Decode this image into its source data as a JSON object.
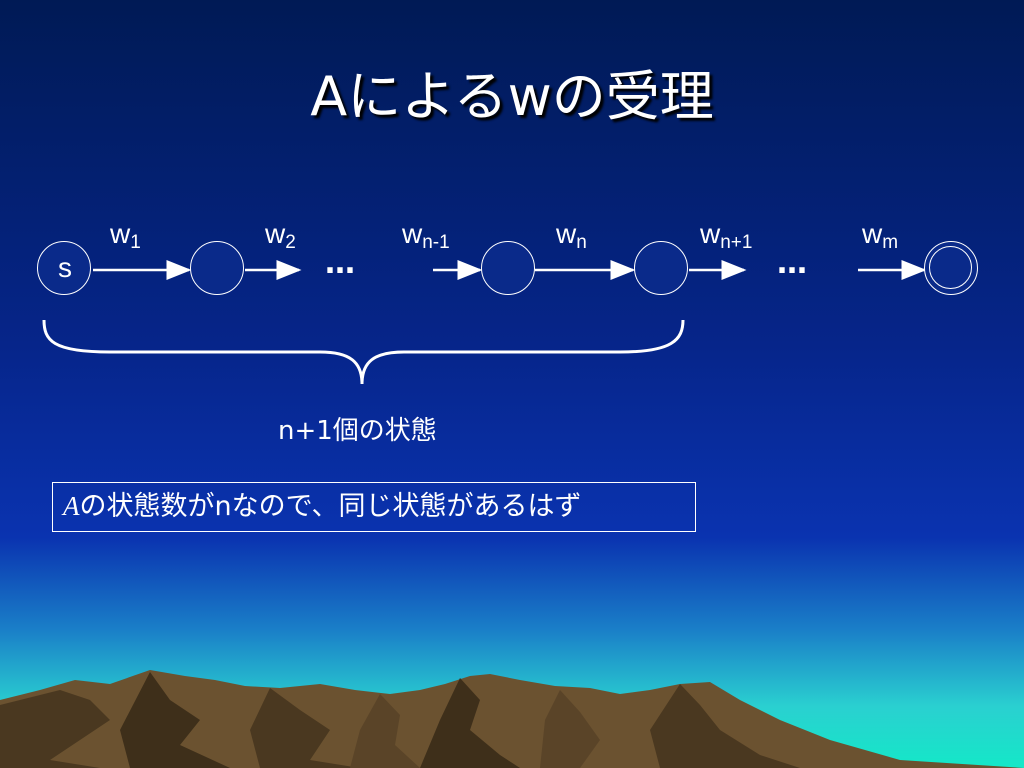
{
  "slide": {
    "title": "Aによるwの受理",
    "colors": {
      "sky_top": "#001a55",
      "sky_mid": "#0a2aa0",
      "sea": "#14e0c8",
      "mountain": "#6b5230"
    }
  },
  "diagram": {
    "start_state_label": "s",
    "transitions": [
      {
        "symbol": "w",
        "subscript": "1"
      },
      {
        "symbol": "w",
        "subscript": "2"
      },
      {
        "symbol": "w",
        "subscript": "n-1"
      },
      {
        "symbol": "w",
        "subscript": "n"
      },
      {
        "symbol": "w",
        "subscript": "n+1"
      },
      {
        "symbol": "w",
        "subscript": "m"
      }
    ],
    "ellipsis": "…",
    "brace_label": "n+1個の状態"
  },
  "note": {
    "var": "A",
    "text": "の状態数がnなので、同じ状態があるはず"
  }
}
